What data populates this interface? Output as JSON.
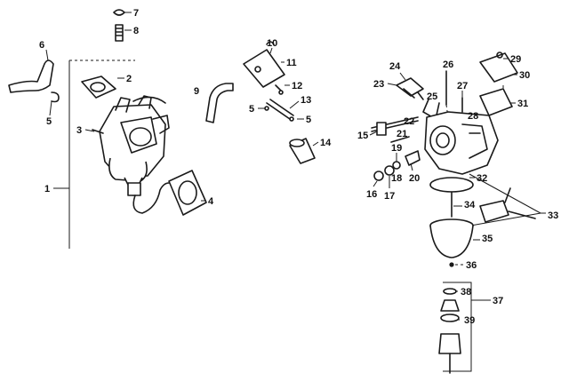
{
  "callouts": [
    "1",
    "2",
    "3",
    "4",
    "5",
    "5",
    "5",
    "6",
    "7",
    "8",
    "9",
    "10",
    "11",
    "12",
    "13",
    "14",
    "15",
    "16",
    "17",
    "18",
    "19",
    "20",
    "21",
    "22",
    "23",
    "24",
    "25",
    "26",
    "27",
    "28",
    "29",
    "30",
    "31",
    "32",
    "33",
    "34",
    "35",
    "36",
    "37",
    "38",
    "39"
  ],
  "colors": {
    "ink": "#1a1a1a",
    "background": "#ffffff"
  }
}
